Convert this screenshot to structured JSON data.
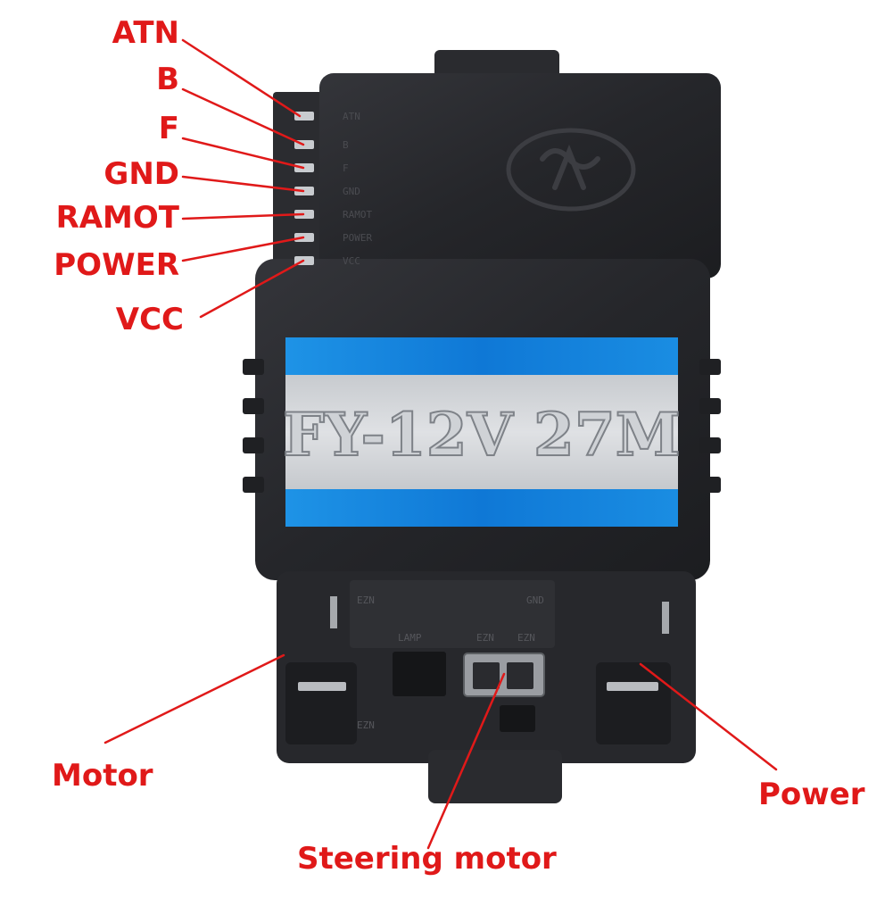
{
  "device": {
    "model_label": "FY-12V 27M",
    "pin_labels": [
      "ATN",
      "B",
      "F",
      "GND",
      "RAMOT",
      "POWER",
      "VCC"
    ],
    "lower_marks": [
      "EZN",
      "GND",
      "LAMP",
      "EZN",
      "EZN",
      "EZN"
    ]
  },
  "callouts": {
    "pins": [
      "ATN",
      "B",
      "F",
      "GND",
      "RAMOT",
      "POWER",
      "VCC"
    ],
    "motor": "Motor",
    "steering_motor": "Steering motor",
    "power": "Power"
  },
  "colors": {
    "label_red": "#e01919",
    "housing": "#26272b",
    "stripe_blue": "#1a8ce0",
    "plate_silver": "#c9ccd0"
  }
}
